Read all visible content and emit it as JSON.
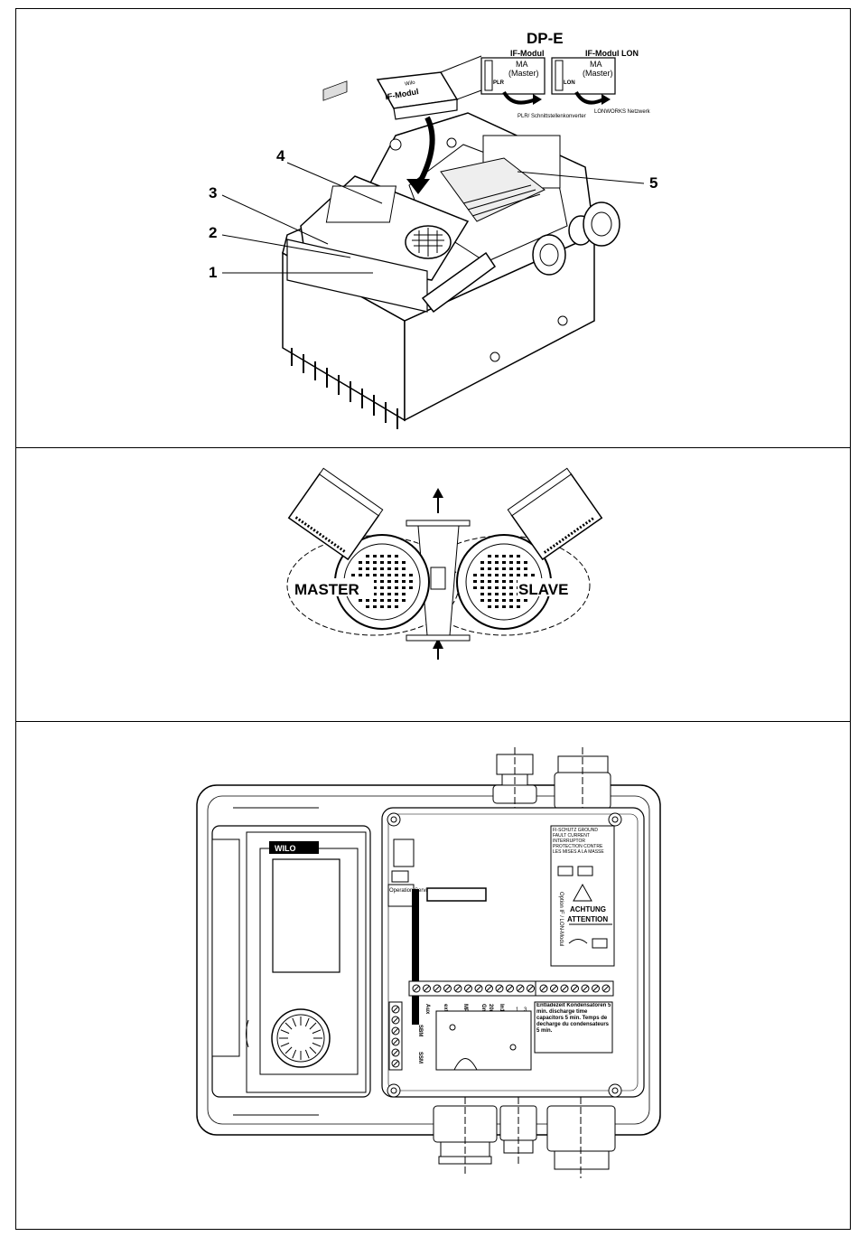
{
  "panel1": {
    "callouts": [
      "1",
      "2",
      "3",
      "4",
      "5"
    ],
    "module_label": "IF-Modul",
    "module_brand": "Wilo",
    "inset_title": "DP-E",
    "plr_box": {
      "header": "IF-Modul",
      "line1": "MA",
      "line2": "(Master)",
      "port": "PLR"
    },
    "lon_box": {
      "header": "IF-Modul LON",
      "line1": "MA",
      "line2": "(Master)",
      "port": "LON"
    },
    "plr_target": "PLR/ Schnittstellenkonverter",
    "lon_target": "LONWORKS Netzwerk"
  },
  "panel2": {
    "master_label": "MASTER",
    "slave_label": "SLAVE"
  },
  "panel3": {
    "brand": "WILO",
    "operation_service": "Operation Service",
    "fi_label": "FI-SCHUTZ GROUND FAULT CURRENT INTERRUPTOR PROTECTION CONTRE LES MISES A LA MASSE",
    "option_label": "Option IF / LON-Modul",
    "warning_1": "ACHTUNG",
    "warning_2": "ATTENTION",
    "terminals_top": [
      "Aux",
      "ext off",
      "MP In2",
      "Gnd",
      "20mA/10V",
      "In1 DDS"
    ],
    "terminal_nums": [
      "1",
      "2",
      "3"
    ],
    "terminals_left": [
      "SBM",
      "SSM"
    ],
    "discharge_note": "Entladezeit Kondensatoren 5 min. discharge time capacitors 5 min. Temps de decharge du condensateurs 5 min."
  },
  "colors": {
    "line": "#000000",
    "background": "#ffffff",
    "screen": "#dcdcdc"
  }
}
